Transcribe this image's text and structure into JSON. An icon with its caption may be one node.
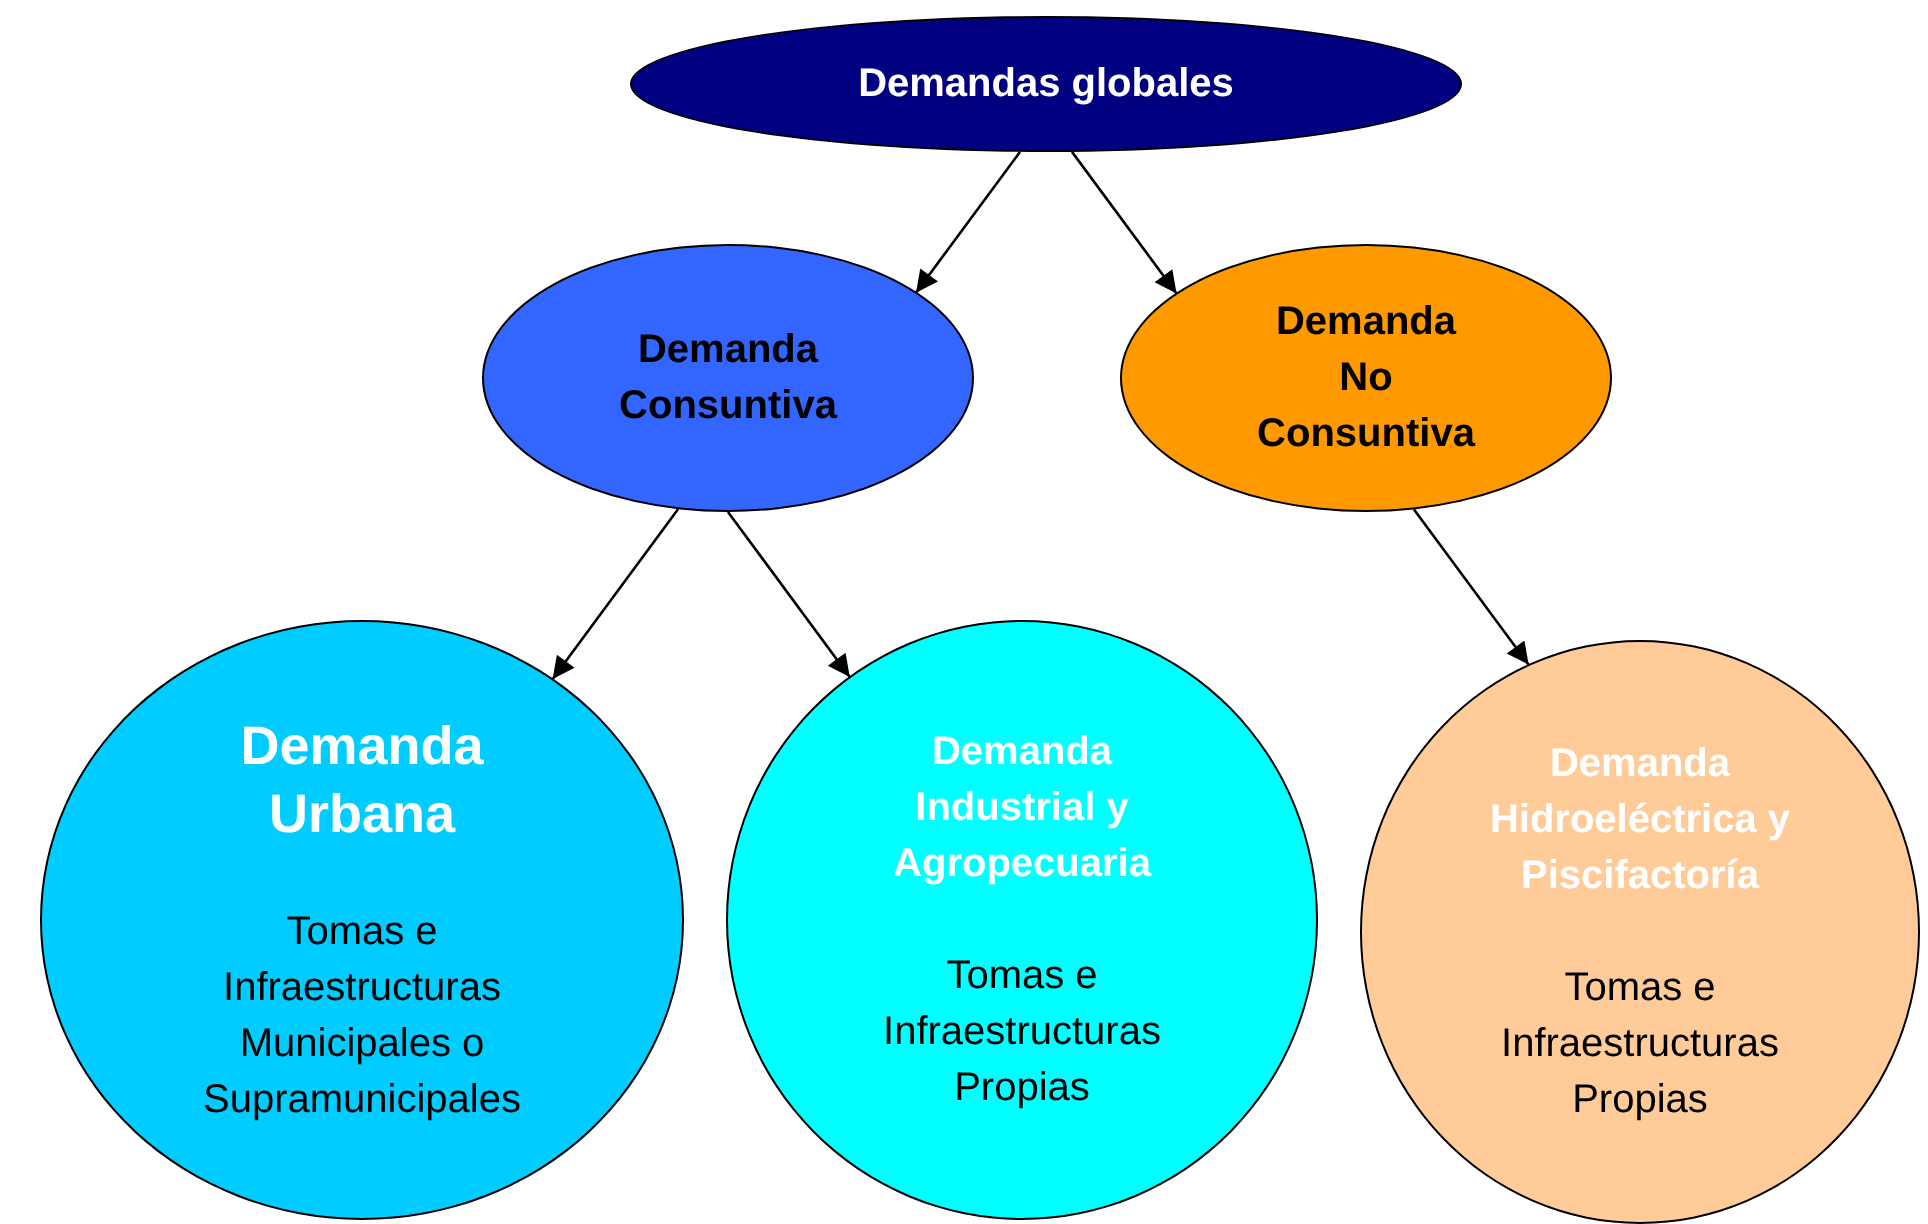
{
  "diagram": {
    "nodes": [
      {
        "text": [
          "Demandas globales"
        ]
      },
      {
        "text": [
          "Demanda Consuntiva"
        ]
      },
      {
        "text": [
          "Demanda No Consuntiva"
        ]
      },
      {
        "text": [
          "Demanda Urbana",
          "Tomas e Infraestructuras Municipales o Supramunicipales"
        ]
      },
      {
        "text": [
          "Demanda Industrial y Agropecuaria",
          "Tomas e Infraestructuras Propias"
        ]
      },
      {
        "text": [
          "Demanda Hidroeléctrica y Piscifactoría",
          "Tomas e Infraestructuras Propias"
        ]
      }
    ],
    "edges": [
      {
        "from": 0,
        "to": 1,
        "arrow": "to"
      },
      {
        "from": 0,
        "to": 2,
        "arrow": "to"
      },
      {
        "from": 1,
        "to": 3,
        "arrow": "to"
      },
      {
        "from": 1,
        "to": 4,
        "arrow": "to"
      },
      {
        "from": 2,
        "to": 5,
        "arrow": "to"
      }
    ]
  }
}
